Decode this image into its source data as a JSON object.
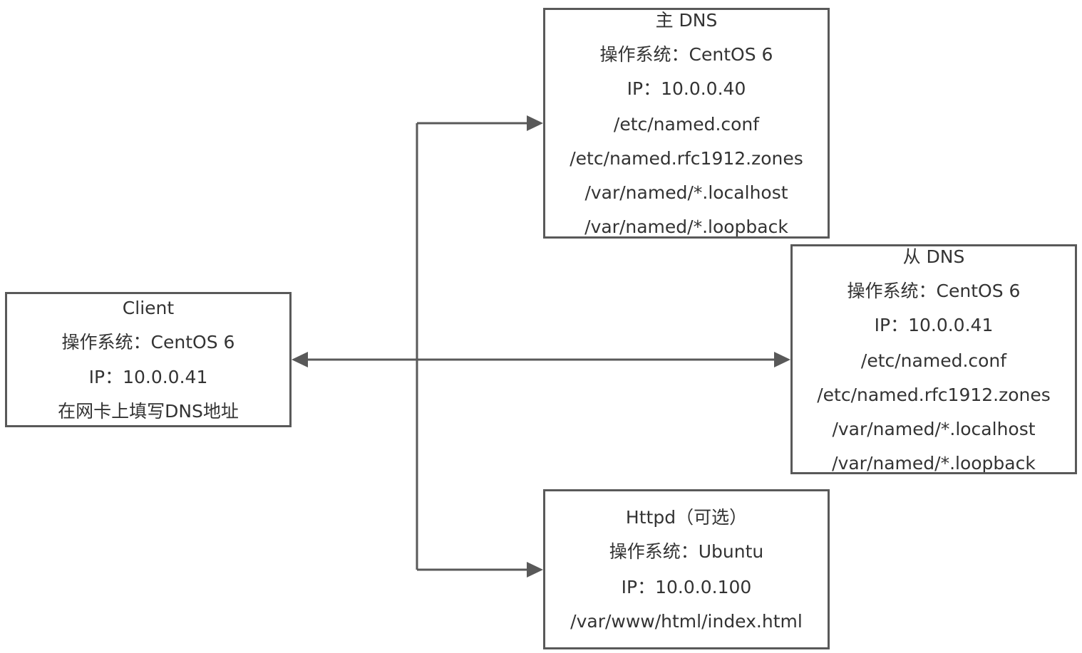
{
  "client": {
    "title": "Client",
    "os": "操作系统：CentOS 6",
    "ip": "IP：10.0.0.41",
    "note": "在网卡上填写DNS地址"
  },
  "master_dns": {
    "title": "主 DNS",
    "os": "操作系统：CentOS 6",
    "ip": "IP：10.0.0.40",
    "files": [
      "/etc/named.conf",
      "/etc/named.rfc1912.zones",
      "/var/named/*.localhost",
      "/var/named/*.loopback"
    ]
  },
  "slave_dns": {
    "title": "从 DNS",
    "os": "操作系统：CentOS 6",
    "ip": "IP：10.0.0.41",
    "files": [
      "/etc/named.conf",
      "/etc/named.rfc1912.zones",
      "/var/named/*.localhost",
      "/var/named/*.loopback"
    ]
  },
  "httpd": {
    "title": "Httpd（可选）",
    "os": "操作系统：Ubuntu",
    "ip": "IP：10.0.0.100",
    "files": [
      "/var/www/html/index.html"
    ]
  },
  "colors": {
    "border": "#595959",
    "connector": "#595959",
    "text": "#333333"
  }
}
